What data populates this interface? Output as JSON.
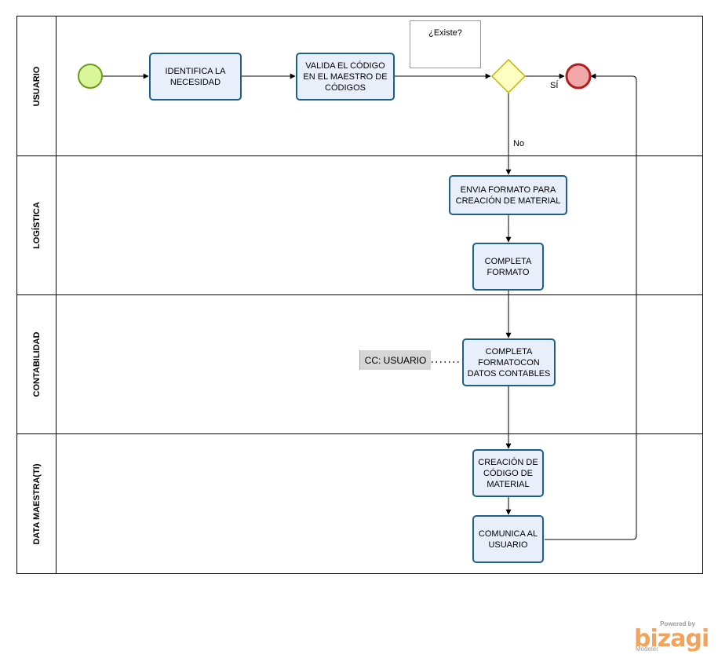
{
  "lanes": {
    "usuario": "USUARIO",
    "logistica": "LOGÍSTICA",
    "contabilidad": "CONTABILIDAD",
    "data_maestra": "DATA MAESTRA(TI)"
  },
  "tasks": {
    "identifica": "IDENTIFICA LA NECESIDAD",
    "valida": "VALIDA EL CÓDIGO EN EL MAESTRO DE CÓDIGOS",
    "envia": "ENVIA FORMATO PARA CREACIÓN DE MATERIAL",
    "completa": "COMPLETA FORMATO",
    "completa_contables": "COMPLETA FORMATOCON DATOS CONTABLES",
    "creacion": "CREACIÓN DE CÓDIGO DE MATERIAL",
    "comunica": "COMUNICA AL USUARIO"
  },
  "annotations": {
    "existe": "¿Existe?",
    "cc_usuario": "CC: USUARIO"
  },
  "flow_labels": {
    "si": "SÍ",
    "no": "No"
  },
  "colors": {
    "start_fill": "#d9f79a",
    "start_stroke": "#6a9a1a",
    "end_fill": "#f0a8a8",
    "end_stroke": "#b01d1d",
    "gateway_fill": "#ffffc2",
    "gateway_stroke": "#c8b400",
    "task_fill": "#e9eefb",
    "task_stroke": "#1f5f8b"
  },
  "logo": {
    "powered": "Powered by",
    "brand": "bizagi",
    "product": "Modeler"
  }
}
